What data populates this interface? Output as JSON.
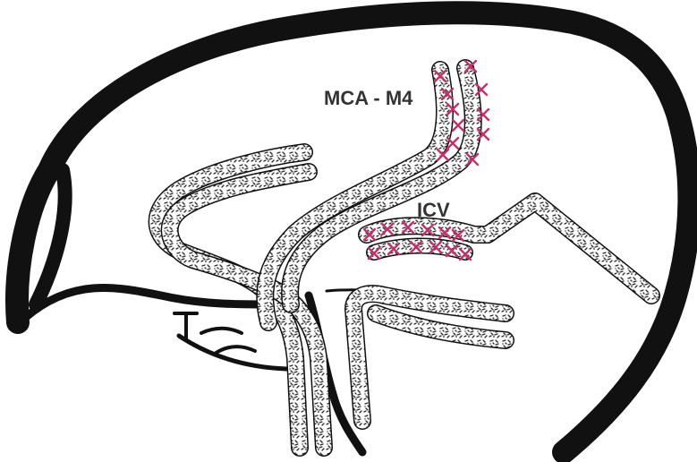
{
  "labels": {
    "mca": "MCA - M4",
    "icv": "ICV"
  },
  "colors": {
    "outline": "#1a1a1a",
    "vessel_fill": "#ffffff",
    "texture": "#2b2b2b",
    "marker": "#c4306b",
    "label": "#333333"
  },
  "icons": [
    "brain-outline-shape",
    "vessel-tube",
    "x-marker"
  ]
}
